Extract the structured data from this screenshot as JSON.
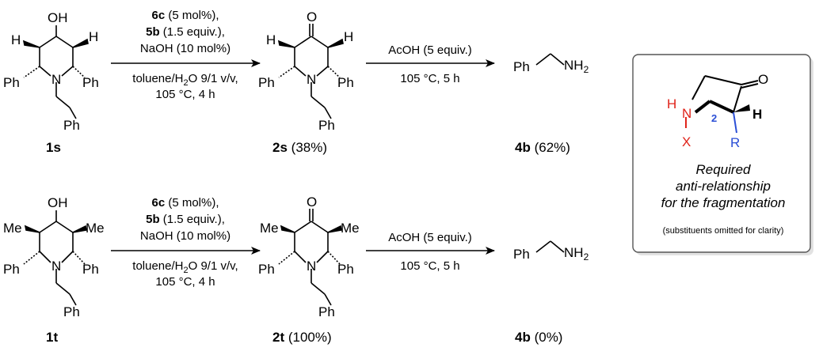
{
  "row1": {
    "sm_label": "1s",
    "ketone_label": "2s",
    "ketone_yield": "(38%)",
    "amine_label": "4b",
    "amine_yield": "(62%)",
    "sub_top": "H",
    "sub_bot": "H",
    "cond1": {
      "l1_bold": "6c",
      "l1": " (5 mol%),",
      "l2_bold": "5b",
      "l2": " (1.5 equiv.),",
      "l3": "NaOH (10 mol%)",
      "l4a": "toluene/H",
      "l4sub": "2",
      "l4b": "O 9/1 v/v,",
      "l5": "105 °C, 4 h"
    },
    "cond2": {
      "top": "AcOH (5 equiv.)",
      "bottom": "105 °C, 5 h"
    }
  },
  "row2": {
    "sm_label": "1t",
    "ketone_label": "2t",
    "ketone_yield": "(100%)",
    "amine_label": "4b",
    "amine_yield": "(0%)",
    "sub": "Me",
    "cond1": {
      "l1_bold": "6c",
      "l1": " (5 mol%),",
      "l2_bold": "5b",
      "l2": " (1.5 equiv.),",
      "l3": "NaOH (10 mol%)",
      "l4a": "toluene/H",
      "l4sub": "2",
      "l4b": "O 9/1 v/v,",
      "l5": "105 °C, 4 h"
    },
    "cond2": {
      "top": "AcOH (5 equiv.)",
      "bottom": "105 °C, 5 h"
    }
  },
  "atoms": {
    "OH": "OH",
    "O": "O",
    "N": "N",
    "Ph": "Ph",
    "H": "H",
    "NH": "NH",
    "NH_sub": "2",
    "X": "X",
    "R": "R",
    "ring_num": "2"
  },
  "box": {
    "caption1": "Required",
    "caption2": "anti-relationship",
    "caption3": "for the fragmentation",
    "note": "(substituents omitted for clarity)"
  }
}
